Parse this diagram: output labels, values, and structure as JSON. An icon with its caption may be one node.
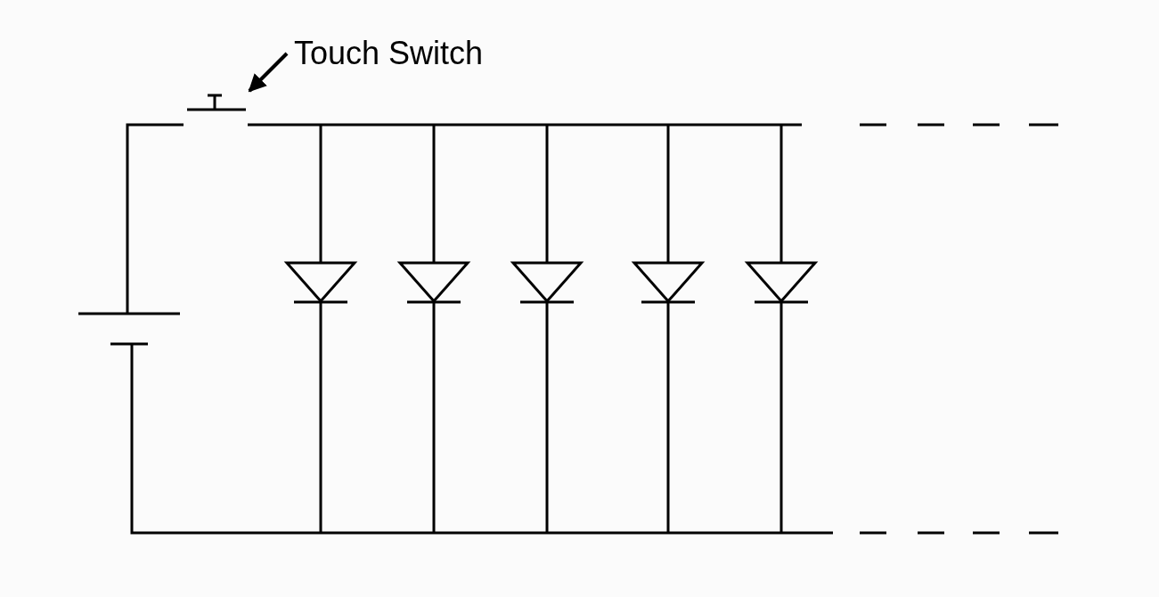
{
  "diagram": {
    "nodes": [
      {
        "text": [
          "Touch Switch"
        ]
      },
      {
        "text": [],
        "shape": "picture"
      }
    ],
    "edges": [
      {
        "from": 0,
        "to": 1,
        "arrow": "to"
      }
    ]
  }
}
